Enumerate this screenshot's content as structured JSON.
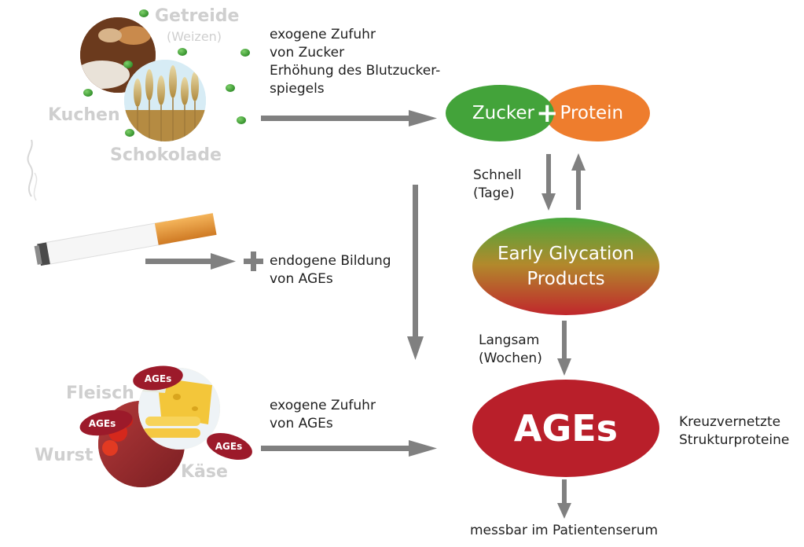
{
  "colors": {
    "arrow": "#808080",
    "green": "#43a33a",
    "orange": "#ee7d2d",
    "red": "#b91f2a",
    "ages_badge": "#9c1a2a",
    "grey_label": "#cfcfcf"
  },
  "foods_top": {
    "getreide": "Getreide",
    "weizen": "(Weizen)",
    "kuchen": "Kuchen",
    "schokolade": "Schokolade"
  },
  "foods_bottom": {
    "fleisch": "Fleisch",
    "wurst": "Wurst",
    "kaese": "Käse",
    "badge_1": "AGEs",
    "badge_2": "AGEs",
    "badge_3": "AGEs"
  },
  "texts": {
    "sugar_intake": [
      "exogene Zufuhr",
      "von Zucker",
      "Erhöhung des Blutzucker-",
      "spiegels"
    ],
    "endogenous": [
      "endogene Bildung",
      "von AGEs"
    ],
    "ages_intake": [
      "exogene Zufuhr",
      "von AGEs"
    ],
    "fast": [
      "Schnell",
      "(Tage)"
    ],
    "slow": [
      "Langsam",
      "(Wochen)"
    ],
    "crosslinked": [
      "Kreuzvernetzte",
      "Strukturproteine"
    ],
    "measurable": "messbar im Patientenserum"
  },
  "nodes": {
    "zucker": "Zucker",
    "plus": "+",
    "protein": "Protein",
    "early_line1": "Early Glycation",
    "early_line2": "Products",
    "ages": "AGEs"
  }
}
